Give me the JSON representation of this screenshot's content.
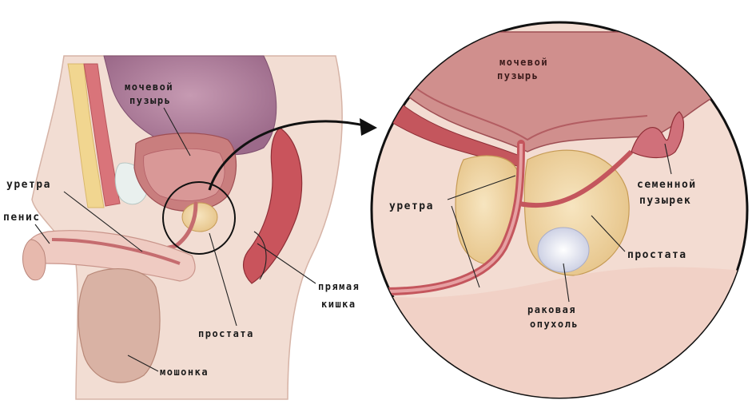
{
  "labels": {
    "left": {
      "bladder": [
        "мочевой",
        "пузырь"
      ],
      "urethra": "уретра",
      "penis": "пенис",
      "prostate": "простата",
      "rectum": [
        "прямая",
        "кишка"
      ],
      "scrotum": "мошонка"
    },
    "right": {
      "bladder": [
        "мочевой",
        "пузырь"
      ],
      "urethra": "уретра",
      "seminal_vesicle": [
        "семенной",
        "пузырек"
      ],
      "prostate": "простата",
      "tumor": [
        "раковая",
        "опухоль"
      ]
    }
  },
  "colors": {
    "skin": "#f0d9cf",
    "bladder": "#c98a8a",
    "organ_dark": "#b8545a",
    "prostate": "#f1d7a6",
    "tumor": "#ffffff",
    "circle_fill": "#f3dcd2"
  }
}
